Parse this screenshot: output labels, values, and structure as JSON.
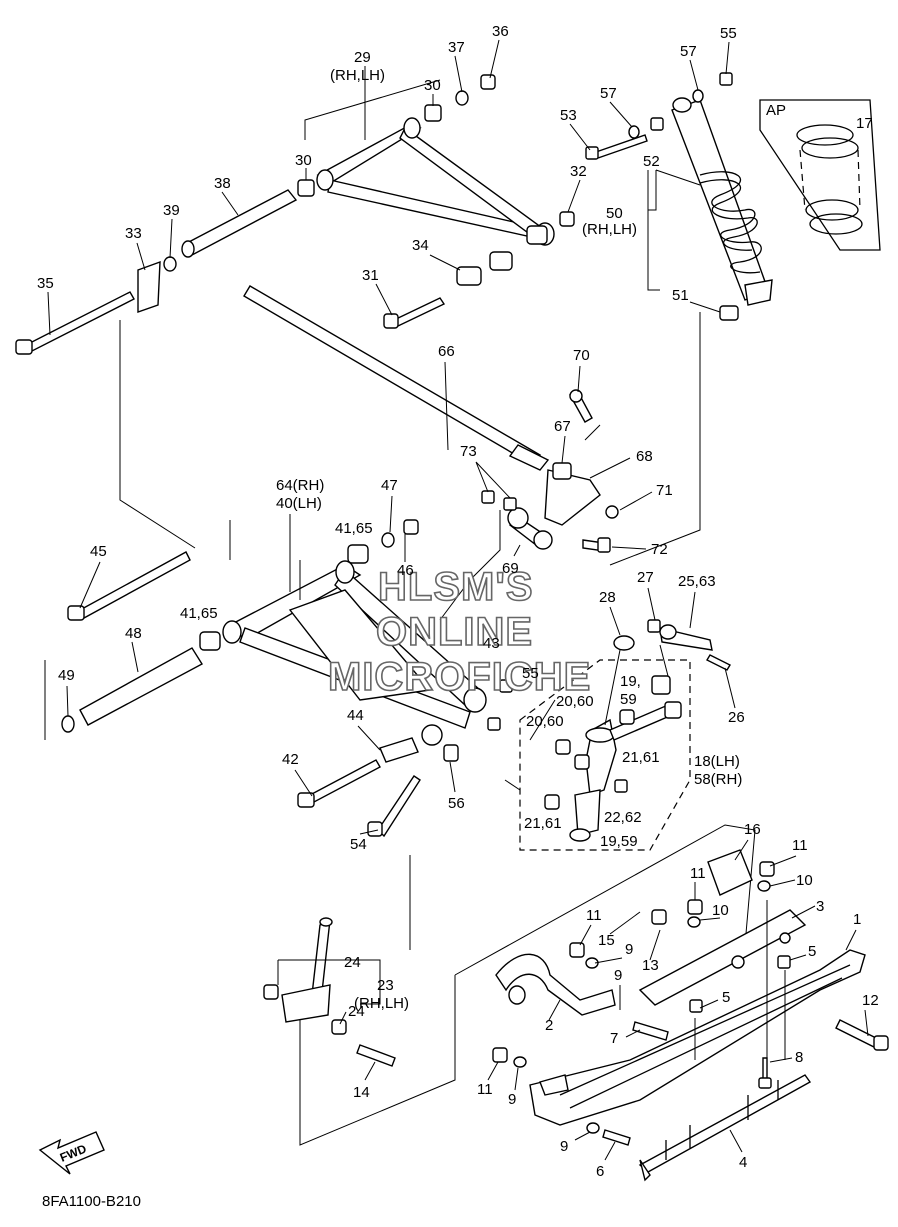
{
  "diagram": {
    "drawing_code": "8FA1100-B210",
    "fwd_label": "FWD",
    "inset_label": "AP",
    "watermark": [
      "HLSM'S",
      "ONLINE",
      "MICROFICHE"
    ],
    "callouts": {
      "c36": "36",
      "c37": "37",
      "c55a": "55",
      "c57a": "57",
      "c57b": "57",
      "c53": "53",
      "c52": "52",
      "c50": "50",
      "c50b": "(RH,LH)",
      "c17": "17",
      "c29": "29",
      "c29b": "(RH,LH)",
      "c30a": "30",
      "c30b": "30",
      "c32": "32",
      "c38": "38",
      "c39": "39",
      "c33": "33",
      "c35": "35",
      "c34": "34",
      "c31": "31",
      "c51": "51",
      "c66": "66",
      "c70": "70",
      "c67": "67",
      "c68": "68",
      "c73": "73",
      "c71": "71",
      "c72": "72",
      "c69": "69",
      "c64": "64(RH)",
      "c40": "40(LH)",
      "c47": "47",
      "c4165a": "41,65",
      "c46": "46",
      "c45": "45",
      "c4165b": "41,65",
      "c48": "48",
      "c49": "49",
      "c43": "43",
      "c55b": "55",
      "c27": "27",
      "c2563": "25,63",
      "c28": "28",
      "c26": "26",
      "c1959a": "19,",
      "c1959b": "59",
      "c2060a": "20,60",
      "c2060b": "20,60",
      "c2161a": "21,61",
      "c18": "18(LH)",
      "c58": "58(RH)",
      "c2262": "22,62",
      "c2161b": "21,61",
      "c1959c": "19,59",
      "c44": "44",
      "c42": "42",
      "c56": "56",
      "c54": "54",
      "c16": "16",
      "c11a": "11",
      "c11b": "11",
      "c10a": "10",
      "c10b": "10",
      "c3": "3",
      "c1": "1",
      "c11c": "11",
      "c15": "15",
      "c9a": "9",
      "c13": "13",
      "c5a": "5",
      "c9b": "9",
      "c5b": "5",
      "c12": "12",
      "c24a": "24",
      "c23": "23",
      "c23b": "(RH,LH)",
      "c24b": "24",
      "c2": "2",
      "c7": "7",
      "c8": "8",
      "c14": "14",
      "c11d": "11",
      "c9c": "9",
      "c9d": "9",
      "c6": "6",
      "c4": "4"
    }
  }
}
